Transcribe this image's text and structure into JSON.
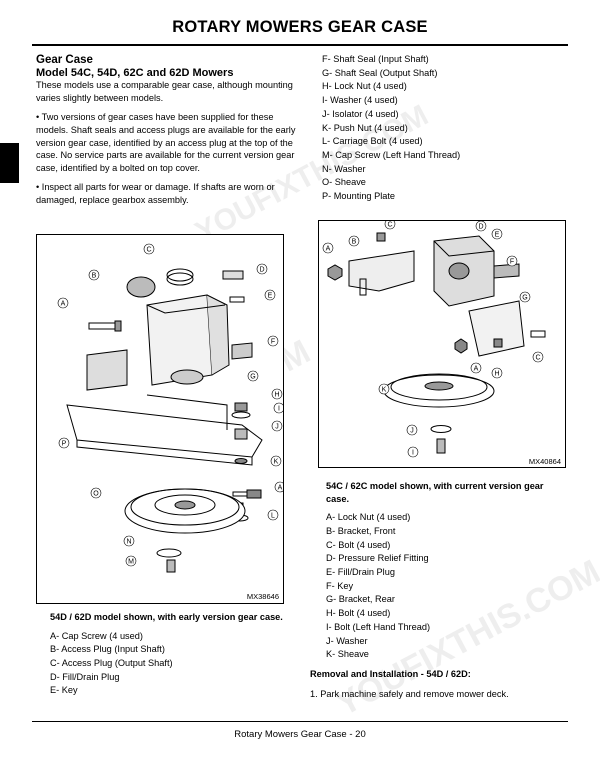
{
  "header": {
    "title": "ROTARY MOWERS   GEAR CASE"
  },
  "left": {
    "section_title": "Gear Case",
    "model_title": "Model 54C, 54D, 62C and 62D Mowers",
    "intro": "These models use a comparable gear case, although mounting varies slightly between models.",
    "bullets": [
      "•   Two versions of gear cases have been supplied for these models. Shaft seals and access plugs are available for the early version gear case, identified by an access plug at the top of the case. No service parts are available for the current version gear case, identified by a bolted on top cover.",
      "•   Inspect all parts for wear or damage. If shafts are worn or damaged, replace gearbox assembly."
    ],
    "figure_id": "MX38646",
    "caption": "54D / 62D model shown, with early version gear case.",
    "parts": [
      "A- Cap Screw (4 used)",
      "B- Access Plug (Input Shaft)",
      "C- Access Plug (Output Shaft)",
      "D- Fill/Drain Plug",
      "E- Key"
    ]
  },
  "right": {
    "parts_top": [
      "F- Shaft Seal (Input Shaft)",
      "G- Shaft Seal (Output Shaft)",
      "H- Lock Nut (4 used)",
      "I- Washer (4 used)",
      "J- Isolator (4 used)",
      "K- Push Nut (4 used)",
      "L- Carriage Bolt (4 used)",
      "M- Cap Screw (Left Hand Thread)",
      "N- Washer",
      "O- Sheave",
      "P- Mounting Plate"
    ],
    "figure_id": "MX40864",
    "caption": "54C / 62C model shown, with current version gear case.",
    "parts": [
      "A- Lock Nut (4 used)",
      "B- Bracket, Front",
      "C- Bolt (4 used)",
      "D- Pressure Relief Fitting",
      "E- Fill/Drain Plug",
      "F- Key",
      "G- Bracket, Rear",
      "H- Bolt (4 used)",
      "I- Bolt (Left Hand Thread)",
      "J- Washer",
      "K- Sheave"
    ],
    "removal_title": "Removal and Installation - 54D / 62D:",
    "step1": "1.  Park machine safely and remove mower deck."
  },
  "footer": {
    "text": "Rotary Mowers   Gear Case  - 20"
  },
  "diagram1_labels": [
    "A",
    "B",
    "C",
    "D",
    "E",
    "F",
    "G",
    "H",
    "I",
    "J",
    "K",
    "A",
    "L",
    "O",
    "N",
    "M",
    "P"
  ],
  "diagram2_labels": [
    "A",
    "B",
    "C",
    "D",
    "E",
    "F",
    "G",
    "A",
    "H",
    "C",
    "K",
    "J",
    "I"
  ],
  "watermark": "YOUFIXTHIS.COM"
}
